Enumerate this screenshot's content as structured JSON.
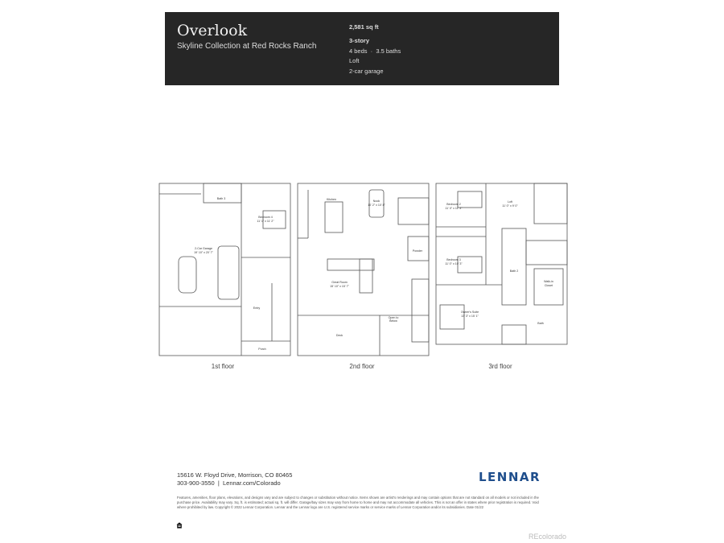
{
  "header": {
    "title": "Overlook",
    "subtitle": "Skyline Collection at Red Rocks Ranch",
    "sqft": "2,581 sq ft",
    "stories": "3-story",
    "beds_baths": "4 beds  ·  3.5 baths",
    "feature_1": "Loft",
    "feature_2": "2-car garage"
  },
  "floors": [
    {
      "label": "1st floor",
      "rooms": {
        "garage": "2-Car Garage",
        "garage_dim": "19' 10\" x 20' 7\"",
        "bath": "Bath 3",
        "bedroom": "Bedroom 4",
        "bedroom_dim": "11' 1\" x 11' 2\"",
        "entry": "Entry",
        "porch": "Porch"
      }
    },
    {
      "label": "2nd floor",
      "rooms": {
        "kitchen": "Kitchen",
        "nook": "Nook",
        "nook_dim": "10' 2\" x 10' 8\"",
        "powder": "Powder",
        "great_room": "Great Room",
        "great_room_dim": "15' 10\" x 15' 7\"",
        "deck": "Deck",
        "open_below": "Open to",
        "open_below_2": "Below"
      }
    },
    {
      "label": "3rd floor",
      "rooms": {
        "bedroom2": "Bedroom 2",
        "bedroom2_dim": "11' 0\" x 11' 3\"",
        "loft": "Loft",
        "loft_dim": "11' 0\" x 9' 0\"",
        "bedroom3": "Bedroom 3",
        "bedroom3_dim": "11' 0\" x 10' 3\"",
        "bath2": "Bath 2",
        "wic": "Walk-in",
        "wic_2": "Closet",
        "owners": "Owner's Suite",
        "owners_dim": "13' 3\" x 15' 1\"",
        "bath": "Bath"
      }
    }
  ],
  "footer": {
    "address": "15616 W. Floyd Drive, Morrison, CO 80465",
    "contact": "303-900-3550  |  Lennar.com/Colorado",
    "logo": "LENNAR",
    "disclaimer": "Features, amenities, floor plans, elevations, and designs vary and are subject to changes or substitution without notice. Items shown are artist's renderings and may contain options that are not standard on all models or not included in the purchase price. Availability may vary. Sq. ft. is estimated; actual sq. ft. will differ. Garage/bay sizes may vary from home to home and may not accommodate all vehicles. This is not an offer in states where prior registration is required. Void where prohibited by law. Copyright © 2022 Lennar Corporation. Lennar and the Lennar logo are U.S. registered service marks or service marks of Lennar Corporation and/or its subsidiaries. Date 01/22",
    "watermark": "REcolorado"
  },
  "colors": {
    "header_bg": "#262626",
    "logo": "#1f4e8c"
  }
}
